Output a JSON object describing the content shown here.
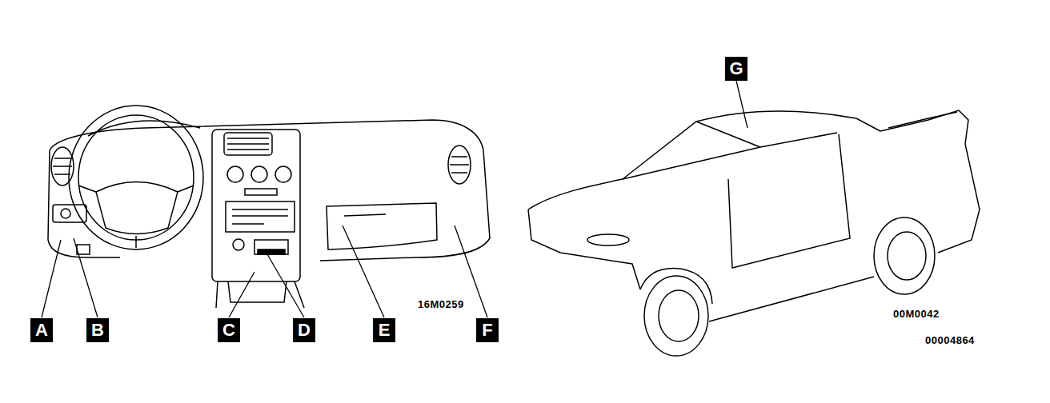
{
  "diagram": {
    "nodes": [
      {
        "text": [
          "A"
        ]
      },
      {
        "text": [
          "B"
        ]
      },
      {
        "text": [
          "C"
        ]
      },
      {
        "text": [
          "D"
        ]
      },
      {
        "text": [
          "E"
        ]
      },
      {
        "text": [
          "F"
        ]
      },
      {
        "text": [
          "G"
        ]
      }
    ],
    "labels": [
      "16M0259",
      "00M0042",
      "00004864"
    ]
  }
}
